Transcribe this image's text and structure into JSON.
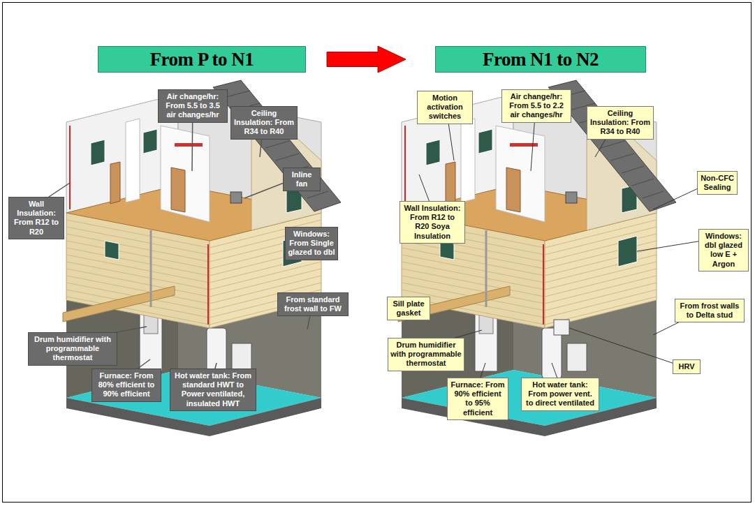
{
  "diagram": {
    "nodes": [
      {
        "text": [
          "From P to N1"
        ]
      },
      {
        "text": [
          "From N1 to N2"
        ]
      },
      {
        "text": [
          "Air change/hr: From 5.5 to 3.5 air changes/hr"
        ]
      },
      {
        "text": [
          "Ceiling Insulation: From R34 to R40"
        ]
      },
      {
        "text": [
          "Inline fan"
        ]
      },
      {
        "text": [
          "Wall Insulation: From R12 to R20"
        ]
      },
      {
        "text": [
          "Windows: From Single glazed to dbl"
        ]
      },
      {
        "text": [
          "From standard frost wall to FW"
        ]
      },
      {
        "text": [
          "Drum humidifier with programmable thermostat"
        ]
      },
      {
        "text": [
          "Furnace: From 80% efficient to 90% efficient"
        ]
      },
      {
        "text": [
          "Hot water tank: From standard HWT to Power ventilated, insulated HWT"
        ]
      },
      {
        "text": [
          "Motion activation switches"
        ]
      },
      {
        "text": [
          "Air change/hr: From 5.5 to 2.2 air changes/hr"
        ]
      },
      {
        "text": [
          "Ceiling Insulation: From R34 to R40"
        ]
      },
      {
        "text": [
          "Non-CFC Sealing"
        ]
      },
      {
        "text": [
          "Wall Insulation: From R12 to R20 Soya Insulation"
        ]
      },
      {
        "text": [
          "Windows: dbl glazed low E + Argon"
        ]
      },
      {
        "text": [
          "Sill plate gasket"
        ]
      },
      {
        "text": [
          "From frost walls to Delta stud"
        ]
      },
      {
        "text": [
          "Drum humidifier with programmable thermostat"
        ]
      },
      {
        "text": [
          "HRV"
        ]
      },
      {
        "text": [
          "Furnace: From 90% efficient to 95% efficient"
        ]
      },
      {
        "text": [
          "Hot water tank: From power vent. to direct ventilated"
        ]
      }
    ],
    "edges": [
      {
        "from": 0,
        "to": 1,
        "arrow": "to"
      }
    ]
  }
}
